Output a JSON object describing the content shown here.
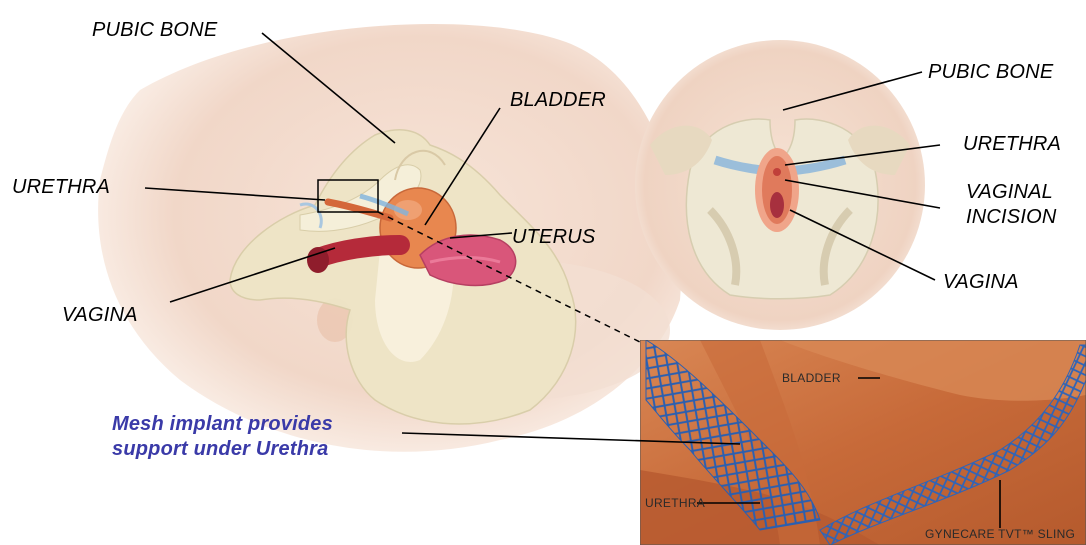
{
  "sagittal_view": {
    "labels": {
      "pubic_bone": "PUBIC BONE",
      "bladder": "BLADDER",
      "urethra": "URETHRA",
      "uterus": "UTERUS",
      "vagina": "VAGINA"
    },
    "caption_line1": "Mesh implant provides",
    "caption_line2": "support under Urethra"
  },
  "frontal_view": {
    "labels": {
      "pubic_bone": "PUBIC BONE",
      "urethra": "URETHRA",
      "vaginal_incision_line1": "VAGINAL",
      "vaginal_incision_line2": "INCISION",
      "vagina": "VAGINA"
    }
  },
  "inset_photo": {
    "labels": {
      "bladder": "BLADDER",
      "urethra": "URETHRA",
      "sling": "GYNECARE TVT™ SLING"
    }
  },
  "colors": {
    "caption": "#3a3aa8",
    "mesh": "#2b5fb0",
    "tissue": "#c9703e",
    "bone": "#efe6cc",
    "skin": "#f4dccf"
  }
}
